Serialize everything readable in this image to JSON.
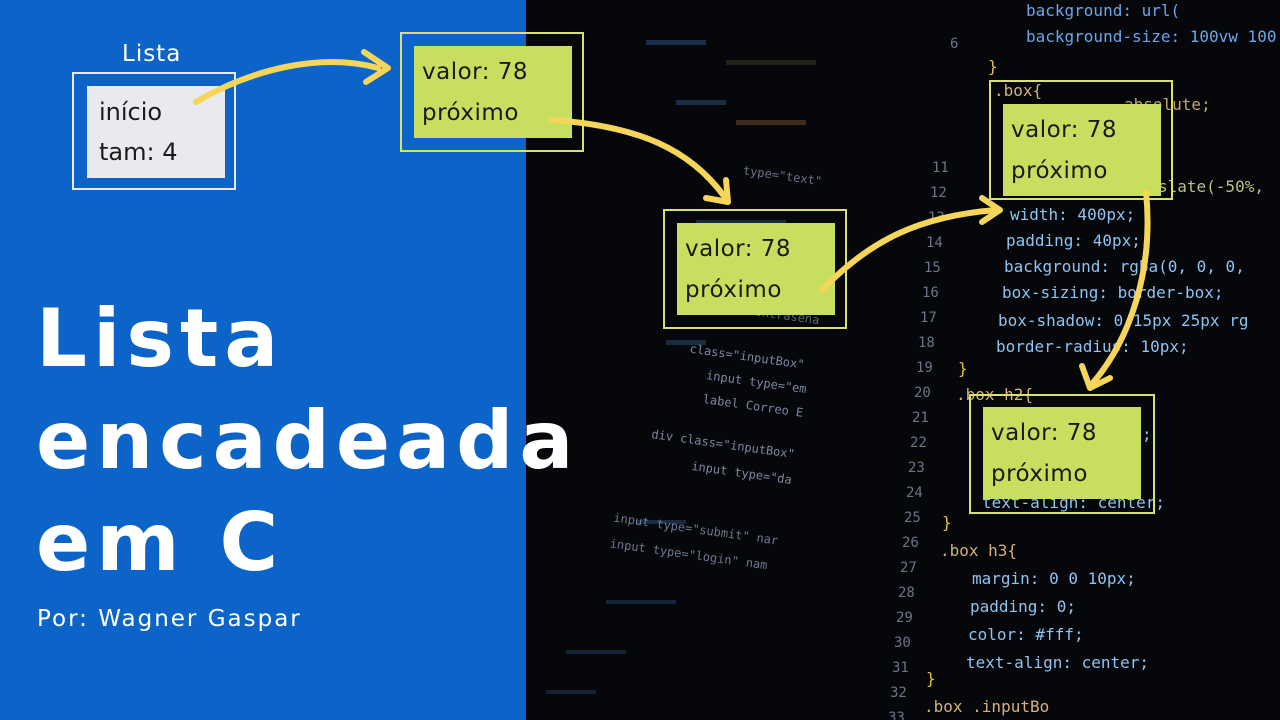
{
  "head": {
    "caption": "Lista",
    "fields": [
      "início",
      "tam: 4"
    ]
  },
  "nodes": [
    {
      "value": "valor: 78",
      "next": "próximo"
    },
    {
      "value": "valor: 78",
      "next": "próximo"
    },
    {
      "value": "valor: 78",
      "next": "próximo"
    },
    {
      "value": "valor: 78",
      "next": "próximo"
    }
  ],
  "title": {
    "lines": [
      "Lista",
      "encadeada",
      "em C"
    ]
  },
  "author": "Por: Wagner Gaspar",
  "colors": {
    "left_panel": "#0d64c8",
    "node_fill": "#c8de5e",
    "node_border": "#d9e06e",
    "head_fill": "#e9eaed",
    "arrow": "#f5d65a",
    "background_code": "#05070b"
  },
  "code_backdrop": {
    "line_numbers": [
      "6",
      "11",
      "12",
      "13",
      "14",
      "15",
      "16",
      "17",
      "18",
      "19",
      "20",
      "21",
      "22",
      "23",
      "24",
      "25",
      "26",
      "27",
      "28",
      "29",
      "30",
      "31",
      "32",
      "33"
    ],
    "css_lines": [
      "background: url(",
      "background-size: 100vw 100",
      "}",
      ".box{",
      "absolute;",
      "slate(-50%,",
      "width: 400px;",
      "padding: 40px;",
      "background: rgba(0, 0, 0,",
      "box-sizing: border-box;",
      "box-shadow: 0 15px 25px rg",
      "border-radius: 10px;",
      "}",
      ".box h2{",
      ";",
      "text-align: center;",
      "}",
      ".box h3{",
      "margin: 0 0 10px;",
      "padding: 0;",
      "color: #fff;",
      "text-align: center;",
      "}",
      ".box .inputBo"
    ],
    "html_lines": [
      "class=\"inputBox\"",
      "type=\"text\"",
      "class=\"inputBox\"",
      "input type=\"em",
      "label Correo E",
      "div class=\"inputBox\"",
      "input type=\"da",
      "input type=\"submit\" nar",
      "input type=\"login\" nam",
      "Contraseña"
    ]
  }
}
